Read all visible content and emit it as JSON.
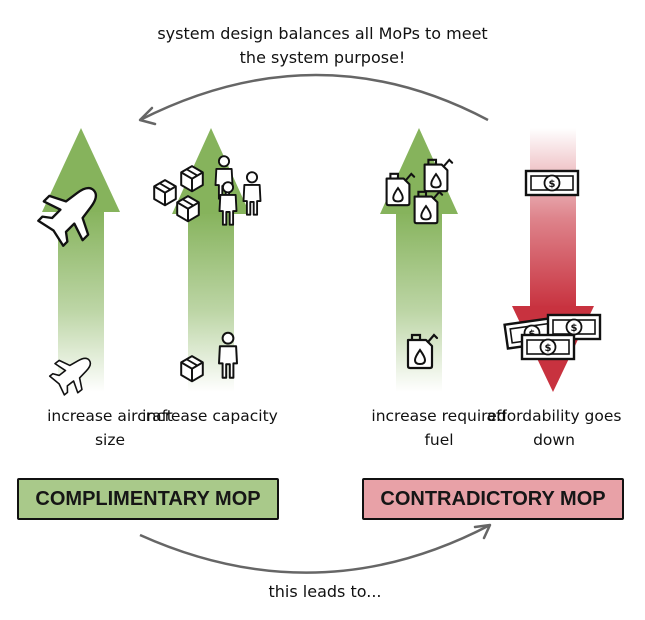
{
  "captions": {
    "top": "system design balances all MoPs to meet the system purpose!",
    "bottom": "this leads to..."
  },
  "columns": [
    {
      "label": "increase aircraft size",
      "direction": "up"
    },
    {
      "label": "increase capacity",
      "direction": "up"
    },
    {
      "label": "increase required fuel",
      "direction": "up"
    },
    {
      "label": "affordability goes down",
      "direction": "down"
    }
  ],
  "boxes": {
    "complimentary": "COMPLIMENTARY MOP",
    "contradictory": "CONTRADICTORY MOP"
  },
  "colors": {
    "green": "#86b35c",
    "red": "#c8323f",
    "complimentary_fill": "#a9c98a",
    "contradictory_fill": "#e8a1a7"
  }
}
